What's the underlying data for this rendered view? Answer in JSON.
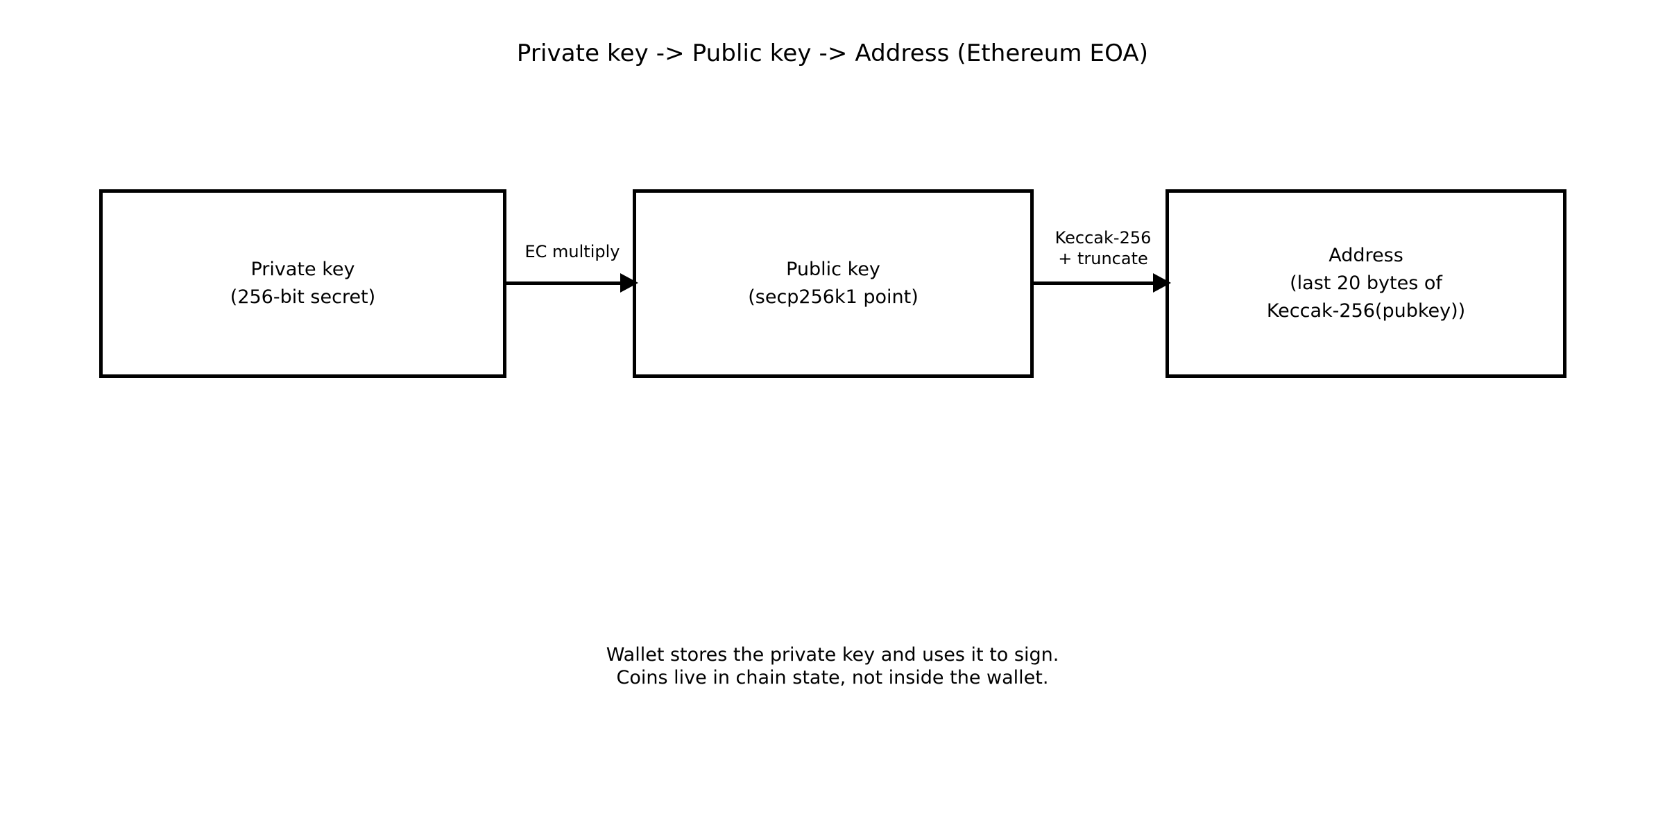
{
  "diagram": {
    "title": "Private key -> Public key -> Address (Ethereum EOA)",
    "background_color": "#ffffff",
    "stroke_color": "#000000",
    "nodes": [
      {
        "id": "private-key",
        "label": "Private key\n(256-bit secret)",
        "lines": [
          "Private key",
          "(256-bit secret)"
        ]
      },
      {
        "id": "public-key",
        "label": "Public key\n(secp256k1 point)",
        "lines": [
          "Public key",
          "(secp256k1 point)"
        ]
      },
      {
        "id": "address",
        "label": "Address\n(last 20 bytes of\nKeccak-256(pubkey))",
        "lines": [
          "Address",
          "(last 20 bytes of",
          "Keccak-256(pubkey))"
        ]
      }
    ],
    "edges": [
      {
        "id": "ec-multiply",
        "from": "private-key",
        "to": "public-key",
        "label": "EC multiply",
        "arrow_head": "right-triangle"
      },
      {
        "id": "keccak-truncate",
        "from": "public-key",
        "to": "address",
        "label": "Keccak-256\n+ truncate",
        "arrow_head": "right-triangle"
      }
    ],
    "footer": "Wallet stores the private key and uses it to sign.\nCoins live in chain state, not inside the wallet."
  }
}
